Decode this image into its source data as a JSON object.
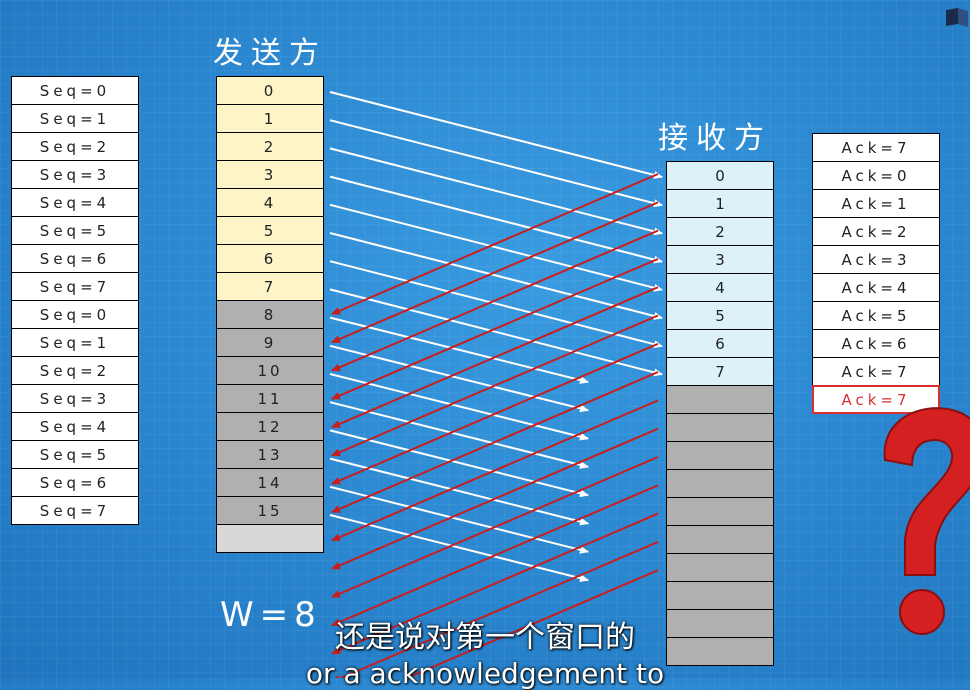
{
  "sender": {
    "title": "发送方",
    "window_values": [
      "0",
      "1",
      "2",
      "3",
      "4",
      "5",
      "6",
      "7"
    ],
    "outside_values": [
      "8",
      "9",
      "10",
      "11",
      "12",
      "13",
      "14",
      "15"
    ],
    "trailing_blank_cells": 1
  },
  "receiver": {
    "title": "接收方",
    "window_values": [
      "0",
      "1",
      "2",
      "3",
      "4",
      "5",
      "6",
      "7"
    ],
    "trailing_blank_cells": 10
  },
  "seq_labels": [
    "Seq=0",
    "Seq=1",
    "Seq=2",
    "Seq=3",
    "Seq=4",
    "Seq=5",
    "Seq=6",
    "Seq=7",
    "Seq=0",
    "Seq=1",
    "Seq=2",
    "Seq=3",
    "Seq=4",
    "Seq=5",
    "Seq=6",
    "Seq=7"
  ],
  "ack_labels": [
    "Ack=7",
    "Ack=0",
    "Ack=1",
    "Ack=2",
    "Ack=3",
    "Ack=4",
    "Ack=5",
    "Ack=6",
    "Ack=7",
    "Ack=7"
  ],
  "highlighted_ack_index": 9,
  "window_label": "W=8",
  "subtitle": {
    "chinese": "还是说对第一个窗口的",
    "english": "or a acknowledgement to"
  },
  "colors": {
    "background": "#2c8ad0",
    "sender_window": "#fdf4c8",
    "outside_window": "#b0b0b0",
    "receiver_window": "#dcf2f8",
    "data_arrow": "#ffffff",
    "ack_arrow": "#c81e1e",
    "question_mark": "#d42020"
  },
  "icons": [
    "question-mark-icon",
    "corner-logo-icon"
  ]
}
